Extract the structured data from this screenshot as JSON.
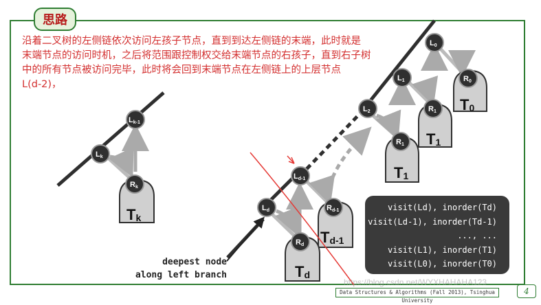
{
  "header": {
    "title": "思路"
  },
  "description": {
    "lines": [
      "沿着二叉树的左侧链依次访问左孩子节点，直到到达左侧链的末端，此时就是",
      "末端节点的访问时机，之后将范围跟控制权交给末端节点的右孩子，直到右子树",
      "中的所有节点被访问完毕，此时将会回到末端节点在左侧链上的上层节点",
      "L(d-2)，"
    ]
  },
  "diagram": {
    "nodes": {
      "lk": {
        "main": "L",
        "sub": "k"
      },
      "lk1": {
        "main": "L",
        "sub": "k-1"
      },
      "rk": {
        "main": "R",
        "sub": "k"
      },
      "l0": {
        "main": "L",
        "sub": "0"
      },
      "r0": {
        "main": "R",
        "sub": "0"
      },
      "l1": {
        "main": "L",
        "sub": "1"
      },
      "r1a": {
        "main": "R",
        "sub": "1"
      },
      "l2": {
        "main": "L",
        "sub": "2"
      },
      "r1b": {
        "main": "R",
        "sub": "1"
      },
      "ld1": {
        "main": "L",
        "sub": "d-1"
      },
      "rd1": {
        "main": "R",
        "sub": "d-1"
      },
      "ld": {
        "main": "L",
        "sub": "d"
      },
      "rd": {
        "main": "R",
        "sub": "d"
      }
    },
    "subtrees": {
      "tk": {
        "main": "T",
        "sub": "k"
      },
      "t0": {
        "main": "T",
        "sub": "0"
      },
      "t1a": {
        "main": "T",
        "sub": "1"
      },
      "t1b": {
        "main": "T",
        "sub": "1"
      },
      "td1": {
        "main": "T",
        "sub": "d-1"
      },
      "td": {
        "main": "T",
        "sub": "d"
      }
    },
    "caption": {
      "line1": "deepest node",
      "line2": "along left branch"
    }
  },
  "code": {
    "lines": [
      "visit(Ld), inorder(Td)",
      "visit(Ld-1), inorder(Td-1)",
      "..., ...",
      "visit(L1), inorder(T1)",
      "visit(L0), inorder(T0)"
    ]
  },
  "footer": {
    "course": "Data Structures & Algorithms (Fall 2013), Tsinghua University",
    "page": "4",
    "watermark": "https://blog.csdn.net/WYXHAHAHA123"
  },
  "colors": {
    "accent_green": "#2e7d32",
    "text_red": "#d32f2f",
    "node_dark": "#2f2f2f",
    "subtree_gray": "#d0d0d0",
    "code_bg": "#3a3a3a"
  }
}
